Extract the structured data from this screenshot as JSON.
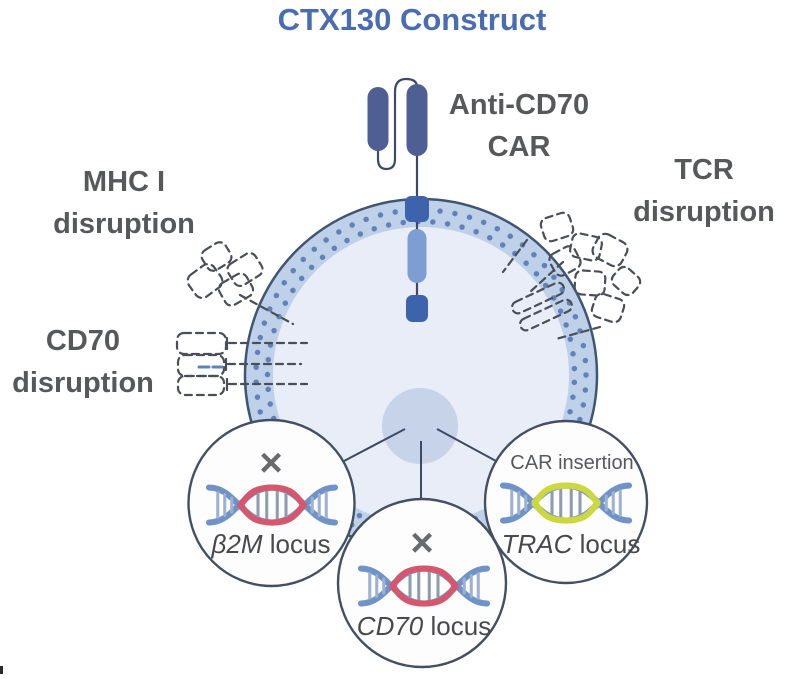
{
  "title": "CTX130 Construct",
  "labels": {
    "car": {
      "line1": "Anti-CD70",
      "line2": "CAR"
    },
    "mhc": {
      "line1": "MHC I",
      "line2": "disruption"
    },
    "tcr": {
      "line1": "TCR",
      "line2": "disruption"
    },
    "cd70": {
      "line1": "CD70",
      "line2": "disruption"
    }
  },
  "loci": {
    "b2m": {
      "mark": "×",
      "gene": "β2M",
      "word": " locus"
    },
    "cd70": {
      "mark": "×",
      "gene": "CD70",
      "word": " locus"
    },
    "trac": {
      "note": "CAR insertion",
      "gene": "TRAC",
      "word": " locus"
    }
  },
  "colors": {
    "title": "#4a6cb3",
    "label": "#57585a",
    "outline": "#3f5574",
    "membrane_band": "#bfd0e9",
    "membrane_dot": "#6081ba",
    "cytoplasm": "#e9edf7",
    "nucleus": "#c7d3e8",
    "car_scfv": "#505f93",
    "car_stem": "#3d63ad",
    "car_costim": "#7e9dd3",
    "connector": "#3c4a63",
    "dashed": "#4a4e57",
    "circle_fill": "#fdfdfe",
    "circle_stroke": "#434f63",
    "helix_blue": "#6f93c6",
    "helix_red": "#d6566e",
    "helix_yellow": "#cdd83f",
    "tick_outer": "#9db2d0",
    "tick_inner": "#8f9cae",
    "x_mark": "#696a6d",
    "locus_text": "#48494b"
  }
}
